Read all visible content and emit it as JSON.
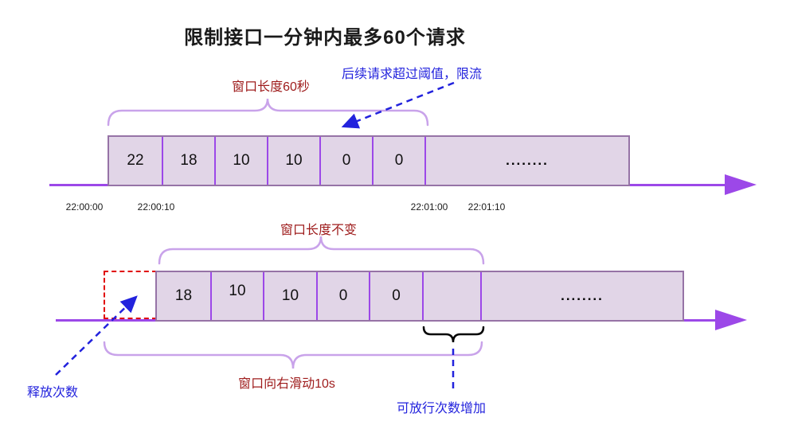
{
  "title": "限制接口一分钟内最多60个请求",
  "colors": {
    "axis_purple": "#9c48e8",
    "box_border_purple": "#9673a6",
    "box_fill": "#e1d5e7",
    "brace_purple": "#c9a3ea",
    "annotation_dark_red": "#9e1b1b",
    "dashed_box_red": "#e00000",
    "annotation_blue": "#2222dd",
    "title_black": "#1a1a1a"
  },
  "top": {
    "window_label": "窗口长度60秒",
    "throttle_label": "后续请求超过阈值，限流",
    "cells": [
      "22",
      "18",
      "10",
      "10",
      "0",
      "0"
    ],
    "dots": "........",
    "times": [
      "22:00:00",
      "22:00:10",
      "22:01:00",
      "22:01:10"
    ]
  },
  "bottom": {
    "window_label": "窗口长度不变",
    "slide_label": "窗口向右滑动10s",
    "release_label": "释放次数",
    "allow_label": "可放行次数增加",
    "cells": [
      "18",
      "10",
      "10",
      "0",
      "0",
      ""
    ],
    "dots": "........"
  }
}
